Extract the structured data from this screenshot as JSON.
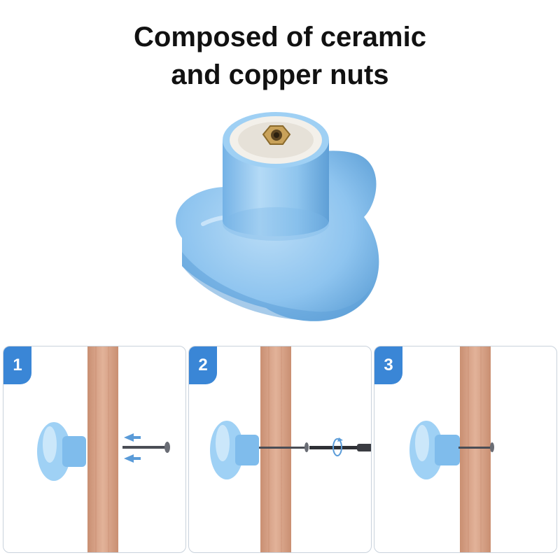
{
  "headline": {
    "line1": "Composed of ceramic",
    "line2": "and copper nuts"
  },
  "steps": [
    {
      "number": "1"
    },
    {
      "number": "2"
    },
    {
      "number": "3"
    }
  ],
  "colors": {
    "knob": "#8ec4ef",
    "knob_dark": "#5ea6df",
    "wood": "#d9a488",
    "badge": "#3a86d6",
    "panel_border": "#c9d2dc"
  }
}
